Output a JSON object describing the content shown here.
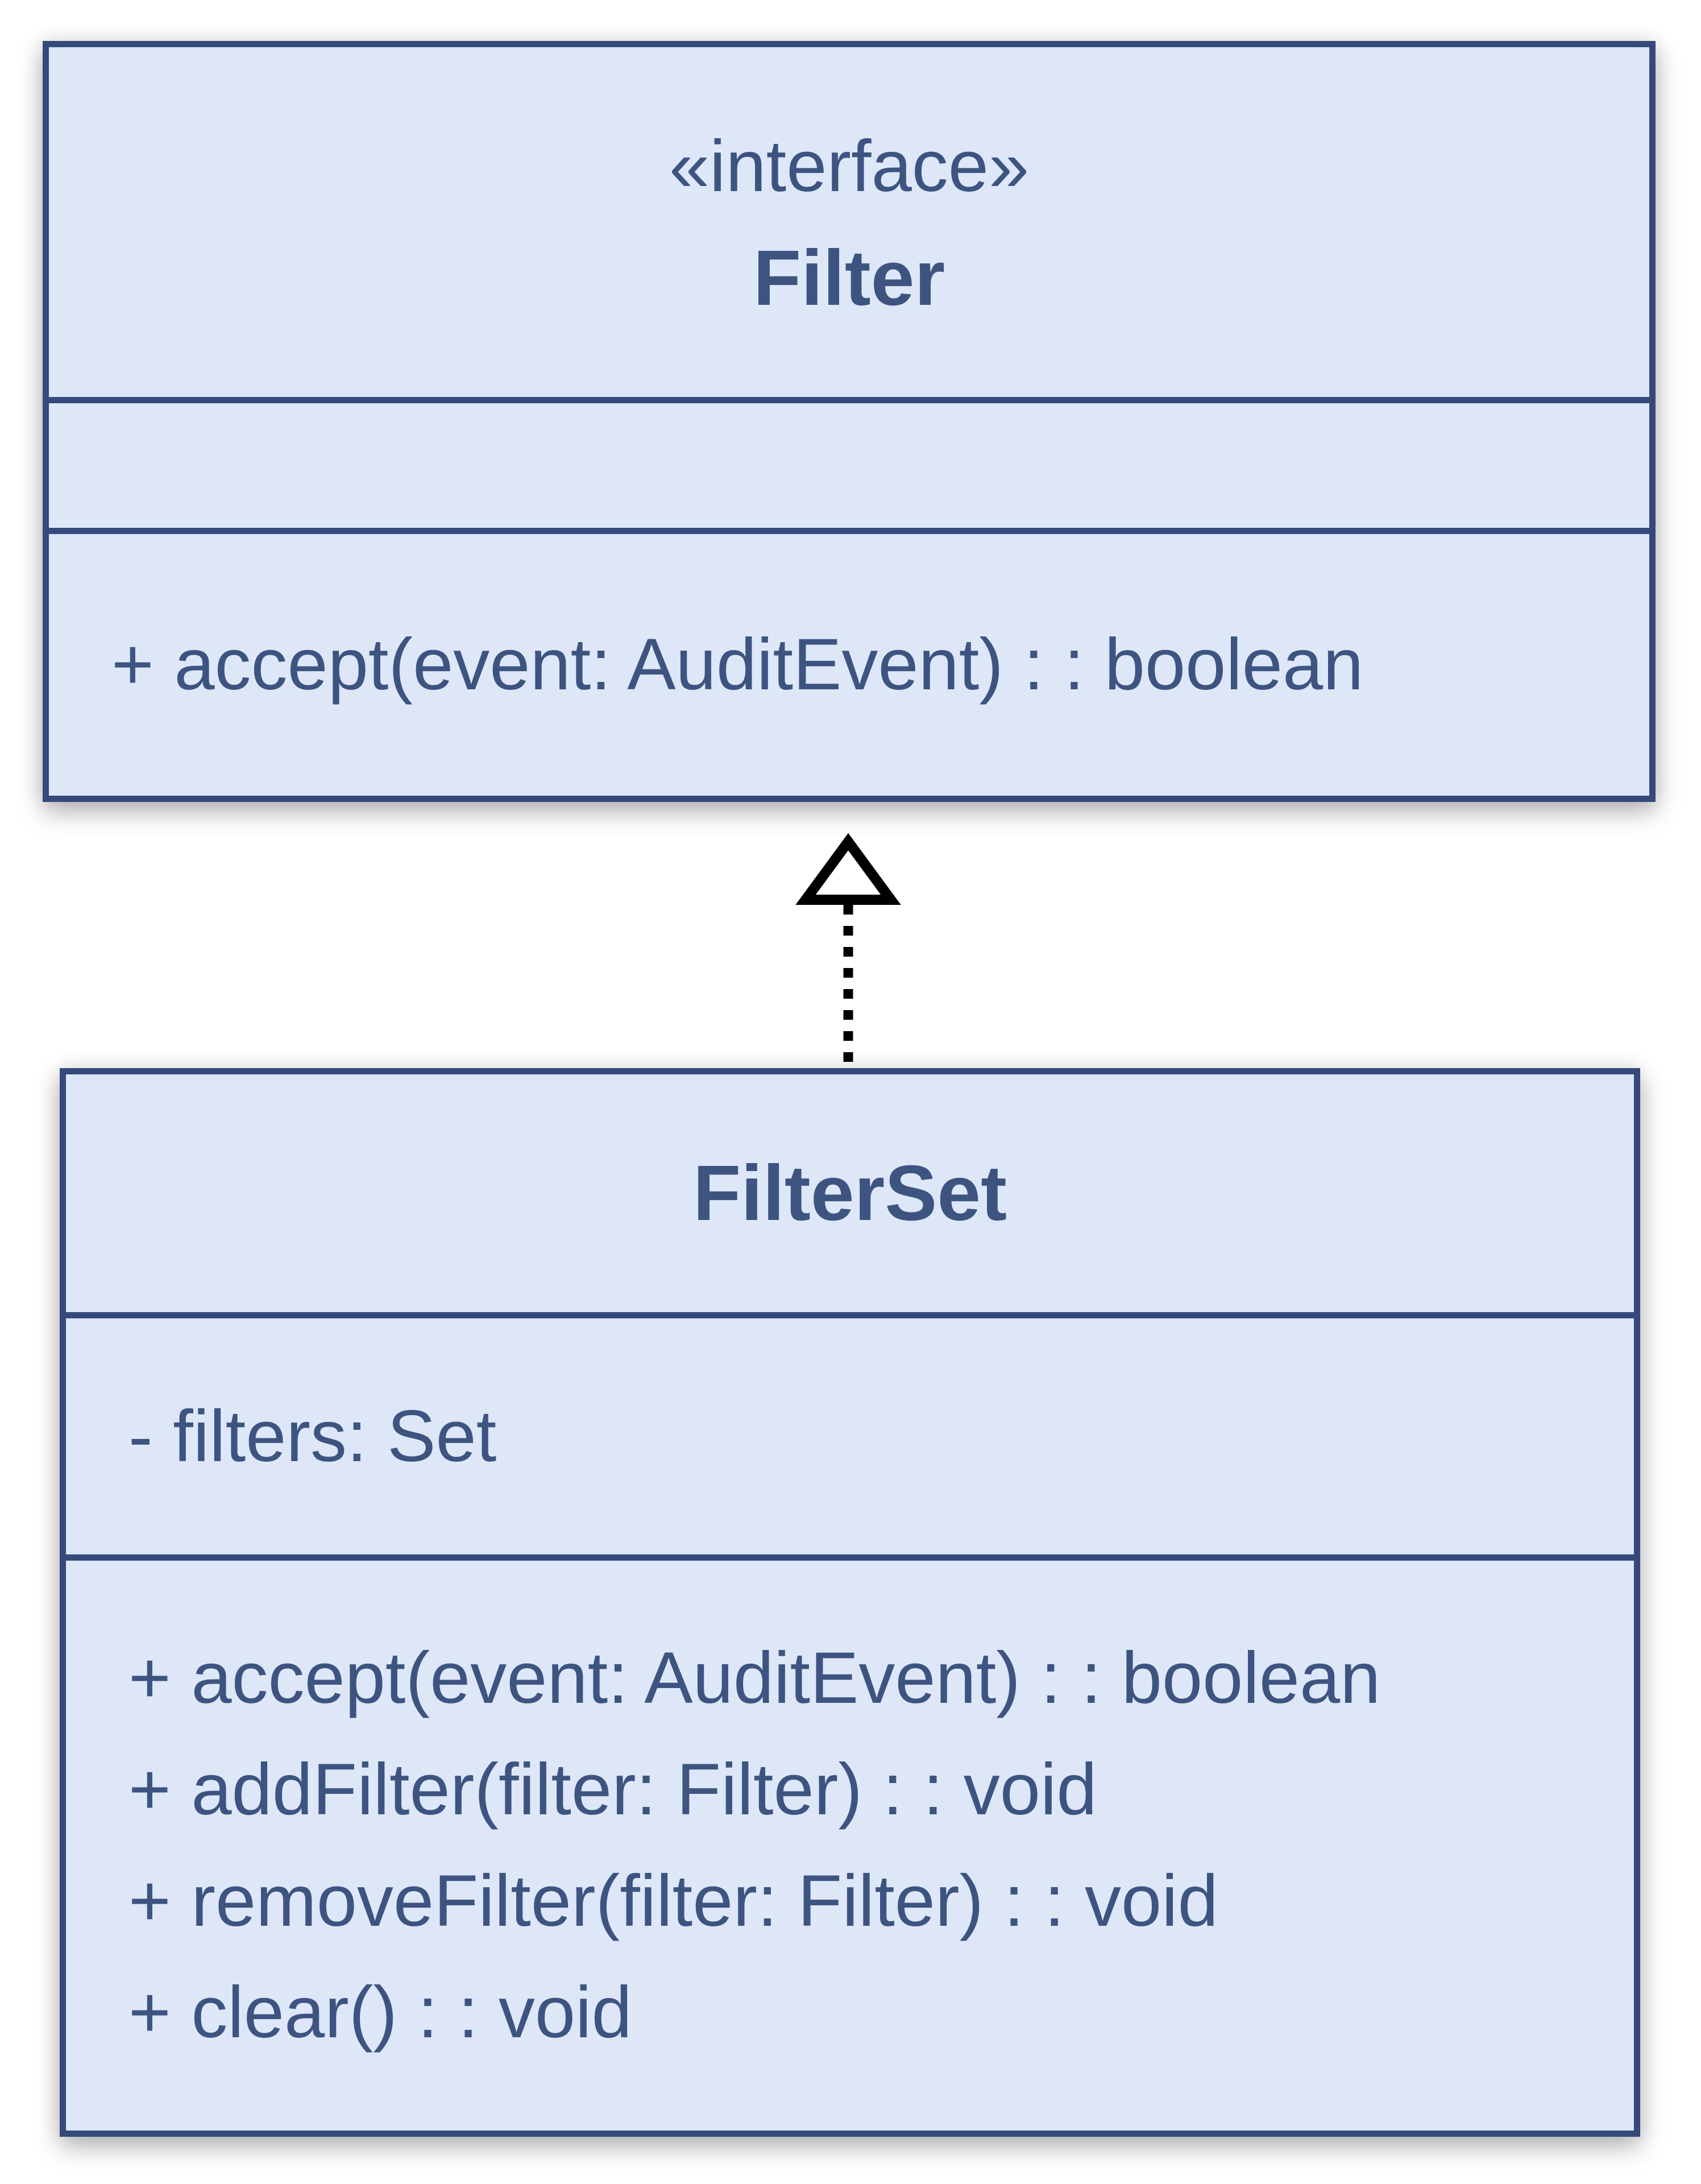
{
  "colors": {
    "box_fill": "#dde7f8",
    "box_border": "#36497b",
    "text": "#3e5480",
    "arrow": "#000000",
    "background": "#ffffff"
  },
  "interface_box": {
    "stereotype": "«interface»",
    "name": "Filter",
    "attributes": [],
    "methods": [
      "+ accept(event: AuditEvent) : : boolean"
    ]
  },
  "class_box": {
    "name": "FilterSet",
    "attributes": [
      "- filters: Set"
    ],
    "methods": [
      "+ accept(event: AuditEvent) : : boolean",
      "+ addFilter(filter: Filter) : : void",
      "+ removeFilter(filter: Filter) : : void",
      "+ clear() : : void"
    ]
  },
  "relationship": {
    "type": "realization",
    "from": "FilterSet",
    "to": "Filter"
  }
}
